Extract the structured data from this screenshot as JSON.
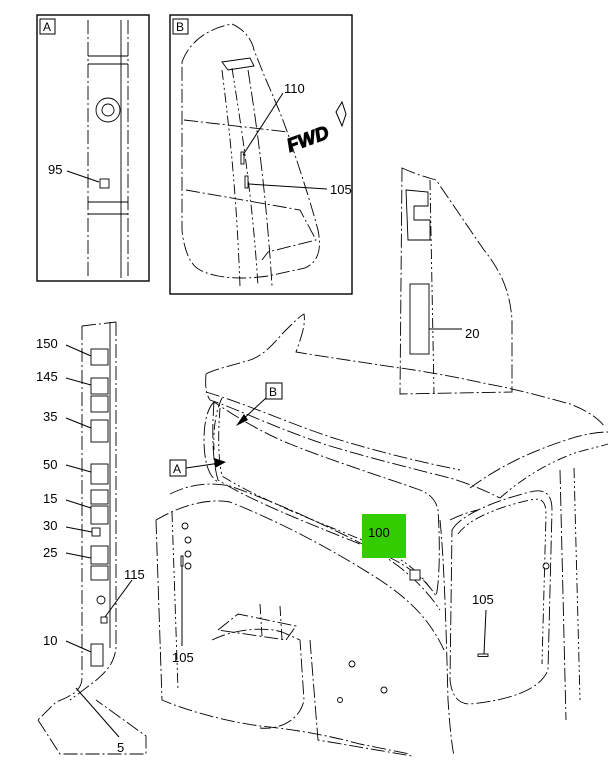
{
  "views": {
    "a": {
      "letter": "A"
    },
    "b": {
      "letter": "B"
    }
  },
  "callouts": {
    "c95": "95",
    "c110": "110",
    "c105_b": "105",
    "c20": "20",
    "c150": "150",
    "c145": "145",
    "c35": "35",
    "c50": "50",
    "c15": "15",
    "c30": "30",
    "c25": "25",
    "c115": "115",
    "c10": "10",
    "c5": "5",
    "c105_left": "105",
    "c105_right": "105",
    "c100": "100"
  },
  "fwd": {
    "text": "FWD"
  },
  "highlight": {
    "color": "#33cc00"
  }
}
